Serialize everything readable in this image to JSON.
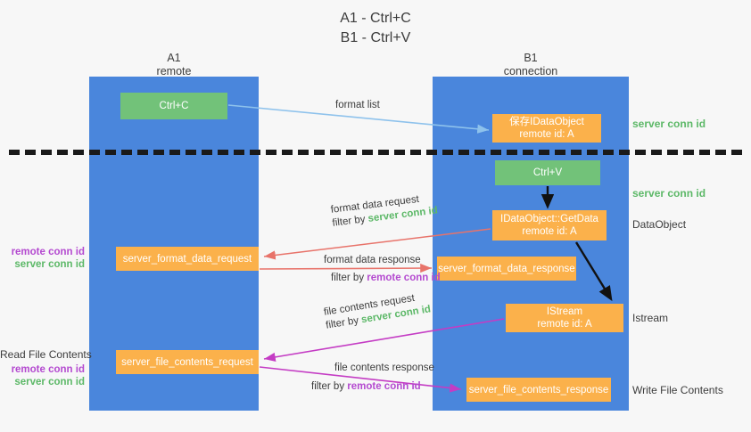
{
  "title": {
    "line1": "A1 - Ctrl+C",
    "line2": "B1 - Ctrl+V"
  },
  "colors": {
    "lane": "#4a86dc",
    "green_box": "#72c279",
    "orange_box": "#fbb14b",
    "server_conn_id": "#5cb867",
    "remote_conn_id": "#b44ad0",
    "divider": "#1a1a1a",
    "background": "#f7f7f7"
  },
  "lanes": [
    {
      "id": "a1",
      "name": "A1",
      "sub": "remote"
    },
    {
      "id": "b1",
      "name": "B1",
      "sub": "connection"
    }
  ],
  "boxes": {
    "ctrl_c": {
      "label": "Ctrl+C",
      "kind": "green"
    },
    "ctrl_v": {
      "label": "Ctrl+V",
      "kind": "green"
    },
    "save_idataobject": {
      "line1": "保存IDataObject",
      "line2": "remote id: A",
      "kind": "orange"
    },
    "getdata": {
      "line1": "IDataObject::GetData",
      "line2": "remote id: A",
      "kind": "orange"
    },
    "istream": {
      "line1": "IStream",
      "line2": "remote id: A",
      "kind": "orange"
    },
    "server_format_data_request": {
      "label": "server_format_data_request",
      "kind": "orange"
    },
    "server_format_data_response": {
      "label": "server_format_data_response",
      "kind": "orange"
    },
    "server_file_contents_request": {
      "label": "server_file_contents_request",
      "kind": "orange"
    },
    "server_file_contents_response": {
      "label": "server_file_contents_response",
      "kind": "orange"
    }
  },
  "edge_labels": {
    "format_list": "format list",
    "format_data_request": "format data request",
    "format_data_request_filter_prefix": "filter by ",
    "format_data_request_filter_value": "server conn id",
    "format_data_response": "format data response",
    "format_data_response_filter_prefix": "filter by ",
    "format_data_response_filter_value": "remote conn id",
    "file_contents_request": "file contents request",
    "file_contents_request_filter_prefix": "filter by ",
    "file_contents_request_filter_value": "server conn id",
    "file_contents_response": "file contents response",
    "file_contents_response_filter_prefix": "filter by ",
    "file_contents_response_filter_value": "remote conn id"
  },
  "right_notes": {
    "server_conn_id_top": "server conn id",
    "server_conn_id_mid": "server conn id",
    "dataobject": "DataObject",
    "istream": "Istream",
    "write_file_contents": "Write File Contents"
  },
  "left_notes": {
    "group1_remote": "remote conn id",
    "group1_server": "server conn id",
    "group2_heading": "Read File Contents",
    "group2_remote": "remote conn id",
    "group2_server": "server conn id"
  }
}
